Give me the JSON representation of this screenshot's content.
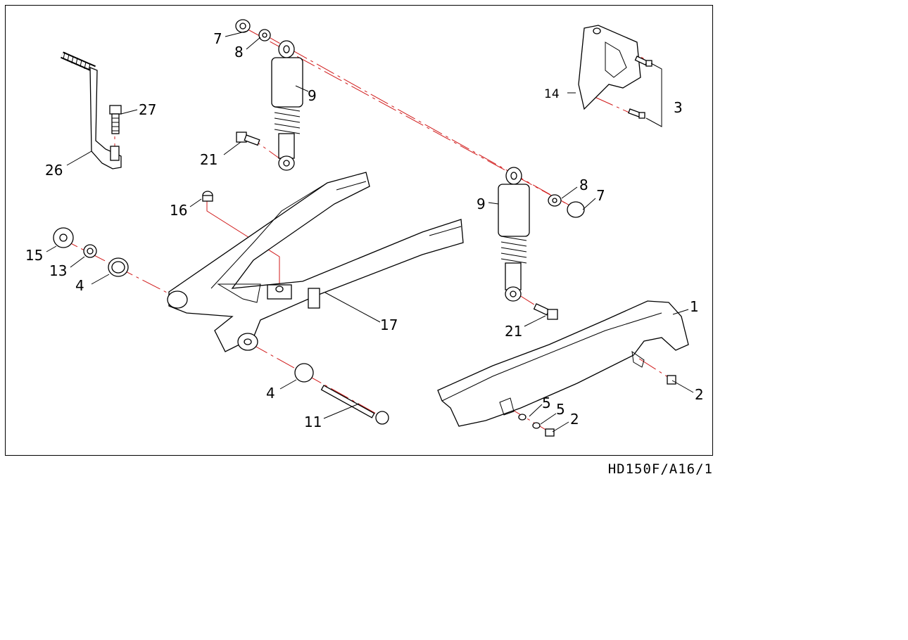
{
  "diagram": {
    "reference_code": "HD150F/A16/1",
    "colors": {
      "line": "#000000",
      "axis": "#d01818",
      "background": "#ffffff"
    },
    "callouts": [
      {
        "id": "c1",
        "label": "1"
      },
      {
        "id": "c2a",
        "label": "2"
      },
      {
        "id": "c2b",
        "label": "2"
      },
      {
        "id": "c3",
        "label": "3"
      },
      {
        "id": "c4a",
        "label": "4"
      },
      {
        "id": "c4b",
        "label": "4"
      },
      {
        "id": "c5a",
        "label": "5"
      },
      {
        "id": "c5b",
        "label": "5"
      },
      {
        "id": "c7a",
        "label": "7"
      },
      {
        "id": "c7b",
        "label": "7"
      },
      {
        "id": "c8a",
        "label": "8"
      },
      {
        "id": "c8b",
        "label": "8"
      },
      {
        "id": "c9a",
        "label": "9"
      },
      {
        "id": "c9b",
        "label": "9"
      },
      {
        "id": "c11",
        "label": "11"
      },
      {
        "id": "c13",
        "label": "13"
      },
      {
        "id": "c14",
        "label": "14"
      },
      {
        "id": "c15",
        "label": "15"
      },
      {
        "id": "c16",
        "label": "16"
      },
      {
        "id": "c17",
        "label": "17"
      },
      {
        "id": "c21a",
        "label": "21"
      },
      {
        "id": "c21b",
        "label": "21"
      },
      {
        "id": "c26",
        "label": "26"
      },
      {
        "id": "c27",
        "label": "27"
      }
    ]
  }
}
